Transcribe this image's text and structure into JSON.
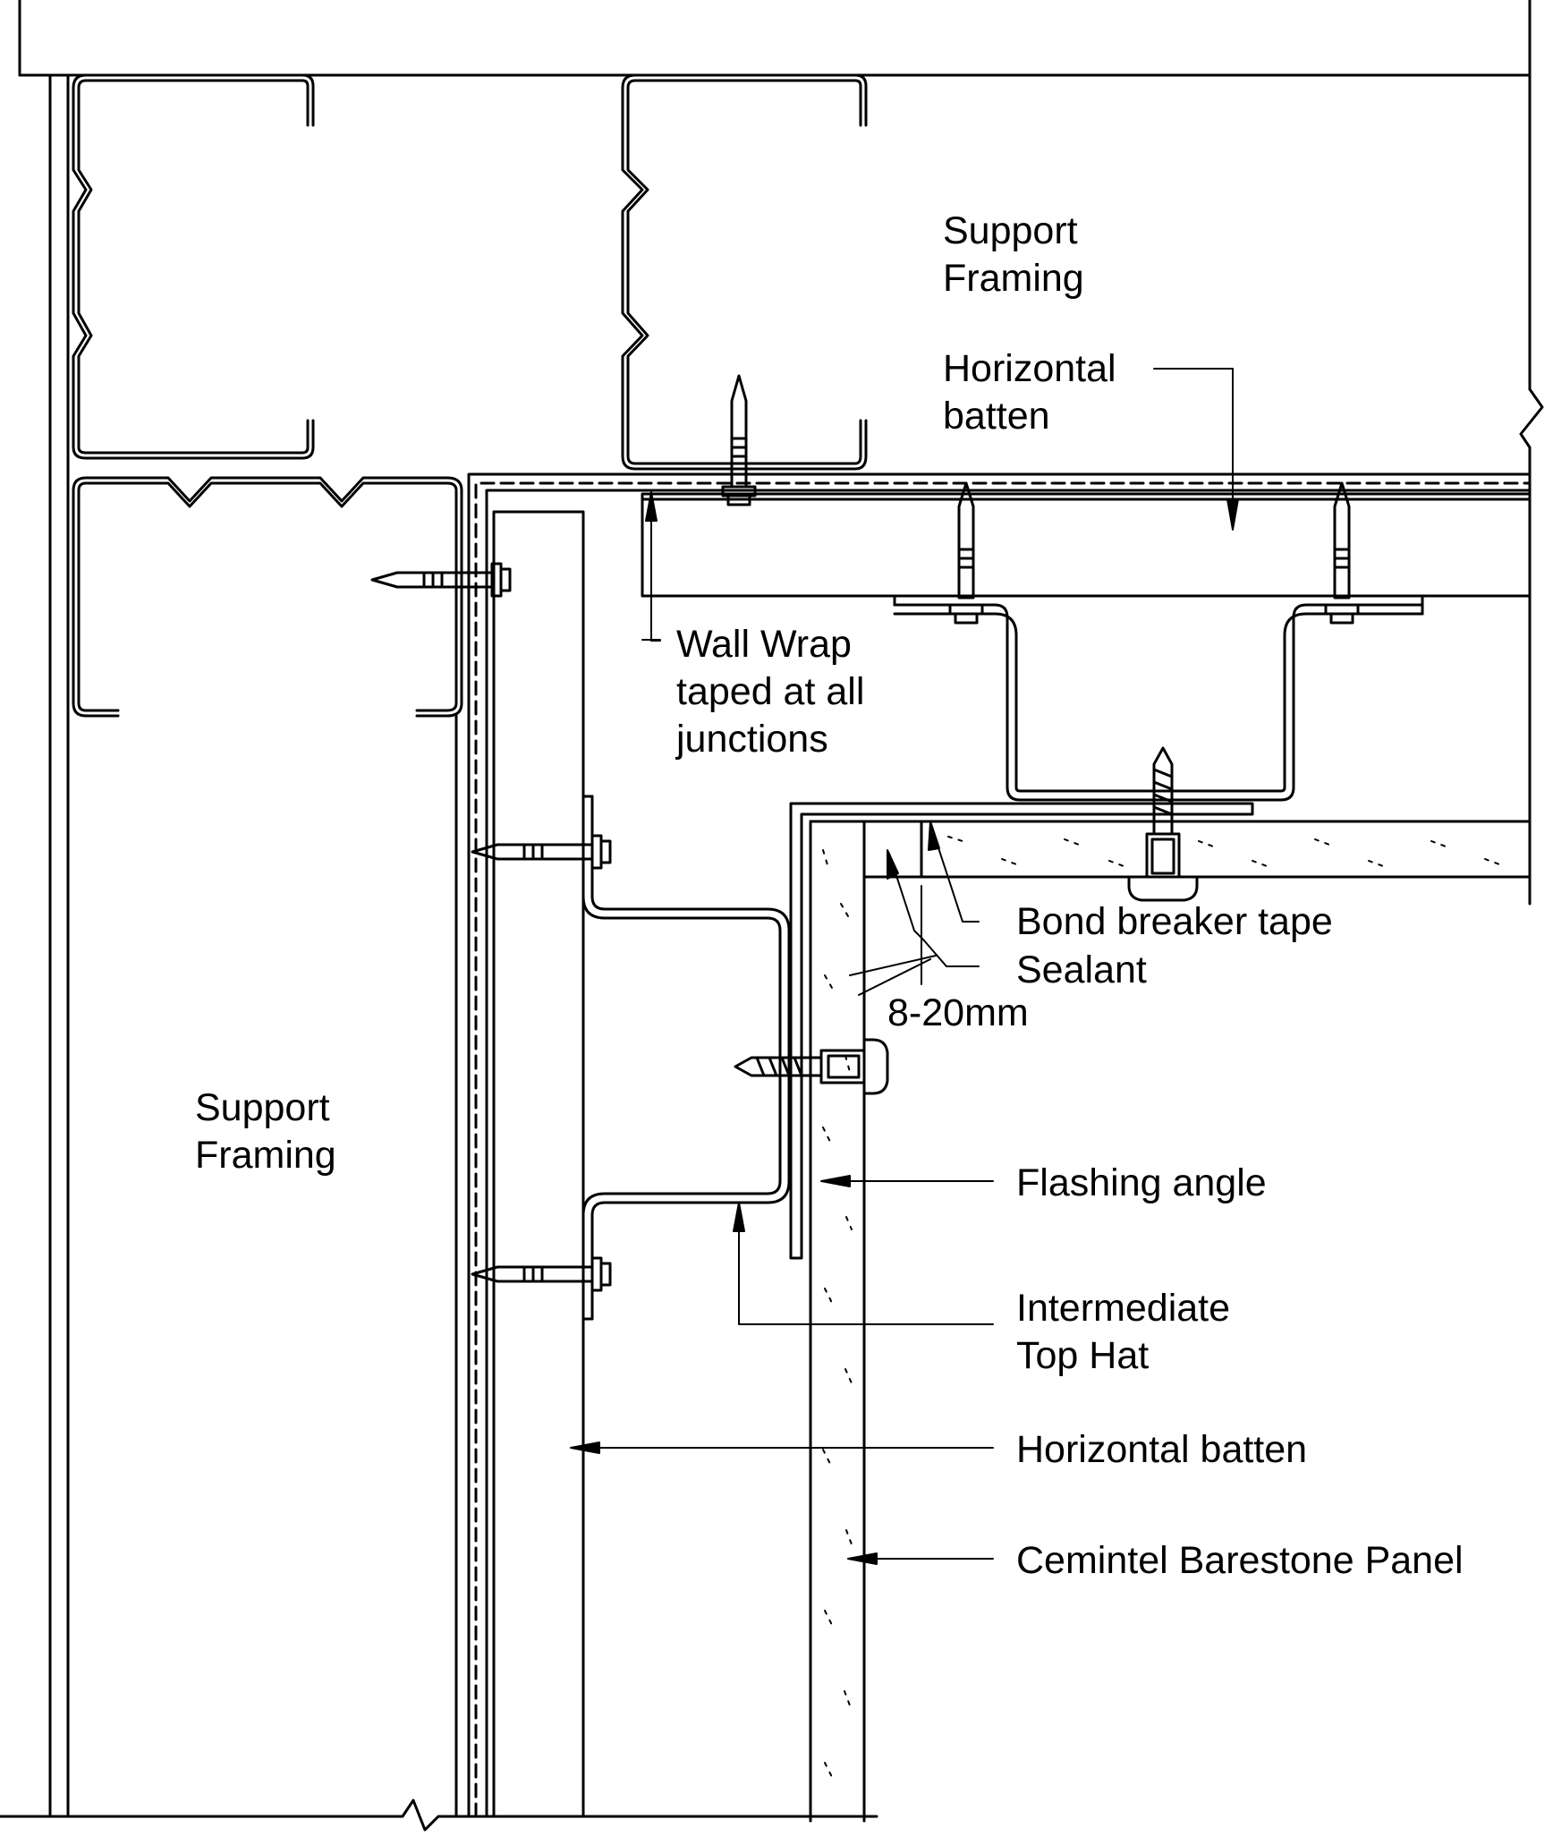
{
  "labels": {
    "support_framing_top": [
      "Support",
      "Framing"
    ],
    "horizontal_batten_top": [
      "Horizontal",
      "batten"
    ],
    "wall_wrap": [
      "Wall Wrap",
      "taped at all",
      "junctions"
    ],
    "bond_breaker_tape": "Bond breaker tape",
    "sealant": "Sealant",
    "gap_dimension": "8-20mm",
    "support_framing_left": [
      "Support",
      "Framing"
    ],
    "flashing_angle": "Flashing angle",
    "intermediate_top_hat": [
      "Intermediate",
      "Top Hat"
    ],
    "horizontal_batten_side": "Horizontal batten",
    "cemintel_panel": "Cemintel Barestone Panel"
  },
  "colors": {
    "line": "#000000",
    "background": "#ffffff"
  }
}
